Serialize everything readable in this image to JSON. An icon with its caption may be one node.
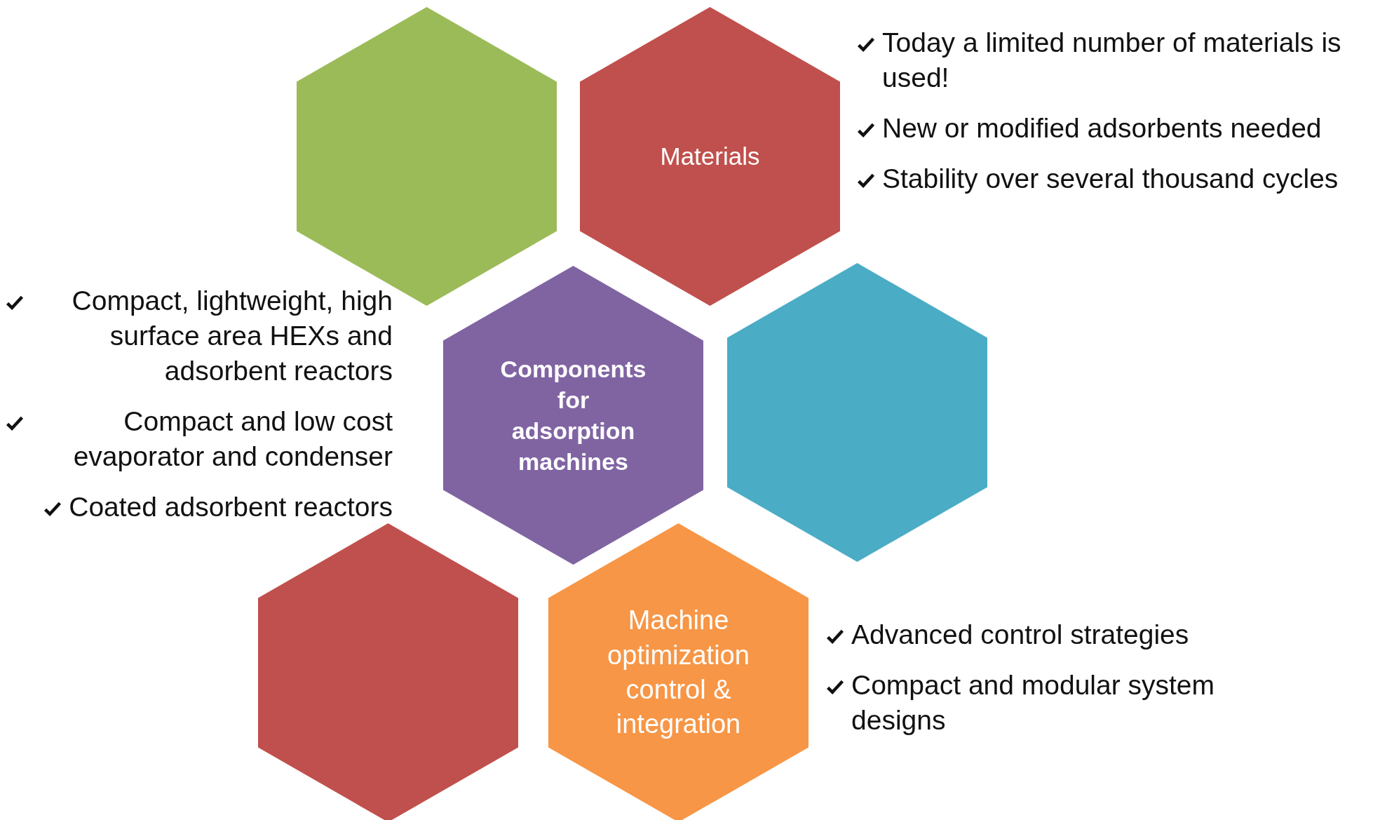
{
  "diagram": {
    "nodes": [
      {
        "text": [],
        "shape": "hexagon"
      },
      {
        "text": [
          "Materials"
        ]
      },
      {
        "text": [
          "Components for adsorption machines"
        ]
      },
      {
        "text": [],
        "shape": "hexagon"
      },
      {
        "text": [],
        "shape": "hexagon"
      },
      {
        "text": [
          "Machine optimization control & integration"
        ]
      }
    ],
    "labels": [
      "Today a limited number of materials is used!",
      "New or modified adsorbents needed",
      "Stability over several thousand cycles",
      "Compact, lightweight, high surface area HEXs and adsorbent reactors",
      "Compact and low cost evaporator and condenser",
      "Coated adsorbent reactors",
      "Advanced control strategies",
      "Compact and modular system designs"
    ]
  }
}
